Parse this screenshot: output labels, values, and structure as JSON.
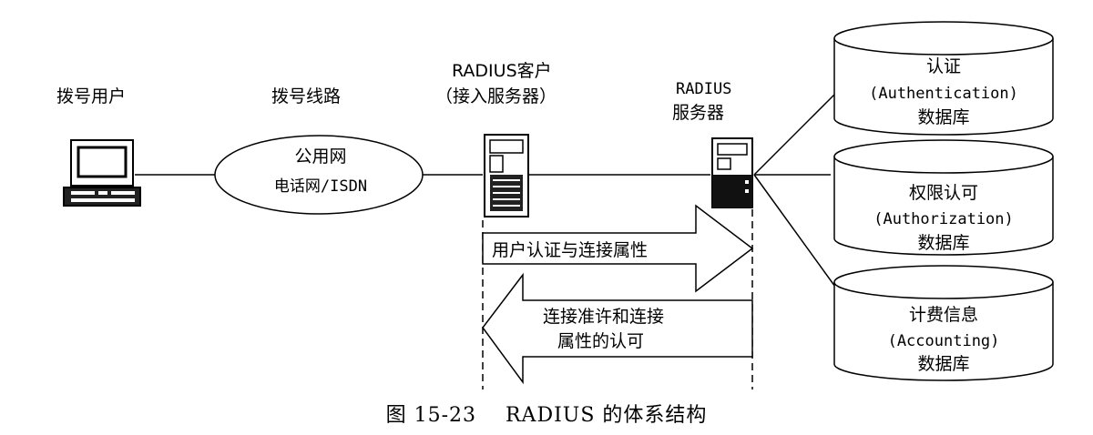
{
  "dialup_user": {
    "label": "拨号用户"
  },
  "dialup_line": {
    "label": "拨号线路"
  },
  "pstn": {
    "line1": "公用网",
    "line2": "电话网/ISDN"
  },
  "radius_client": {
    "line1": "RADIUS客户",
    "line2": "（接入服务器）"
  },
  "radius_server": {
    "line1": "RADIUS",
    "line2": "服务器"
  },
  "db_auth": {
    "line1": "认证",
    "line2": "(Authentication)",
    "line3": "数据库"
  },
  "db_authz": {
    "line1": "权限认可",
    "line2": "(Authorization)",
    "line3": "数据库"
  },
  "db_acct": {
    "line1": "计费信息",
    "line2": "(Accounting)",
    "line3": "数据库"
  },
  "request_arrow": {
    "label": "用户认证与连接属性"
  },
  "response_arrow": {
    "line1": "连接准许和连接",
    "line2": "属性的认可"
  },
  "caption": "图 15-23    RADIUS 的体系结构"
}
